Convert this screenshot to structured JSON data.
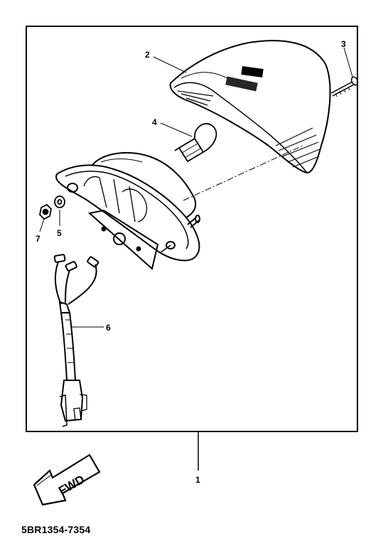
{
  "callouts": {
    "c1": "1",
    "c2": "2",
    "c3": "3",
    "c4": "4",
    "c5": "5",
    "c6": "6",
    "c7": "7"
  },
  "arrow_label": "FWD",
  "drawing_code": "5BR1354-7354",
  "colors": {
    "ink": "#000000",
    "paper": "#ffffff"
  }
}
